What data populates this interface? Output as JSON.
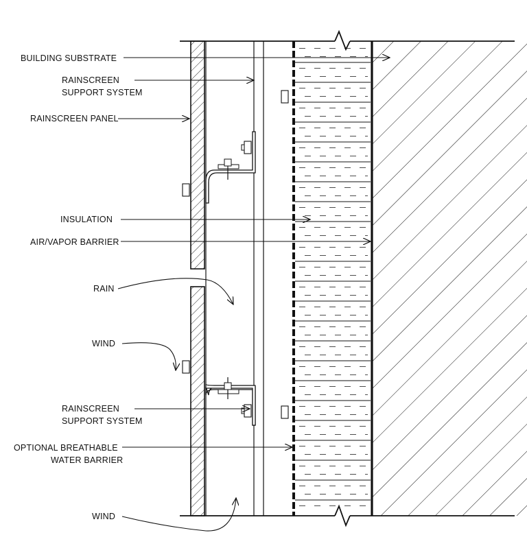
{
  "labels": {
    "building_substrate": "BUILDING SUBSTRATE",
    "rainscreen_support_top_1": "RAINSCREEN",
    "rainscreen_support_top_2": "SUPPORT SYSTEM",
    "rainscreen_panel": "RAINSCREEN PANEL",
    "insulation": "INSULATION",
    "air_vapor_barrier": "AIR/VAPOR BARRIER",
    "rain": "RAIN",
    "wind_upper": "WIND",
    "rainscreen_support_bottom_1": "RAINSCREEN",
    "rainscreen_support_bottom_2": "SUPPORT SYSTEM",
    "water_barrier_1": "OPTIONAL BREATHABLE",
    "water_barrier_2": "WATER BARRIER",
    "wind_lower": "WIND"
  },
  "colors": {
    "line": "#111111",
    "background": "#ffffff"
  }
}
